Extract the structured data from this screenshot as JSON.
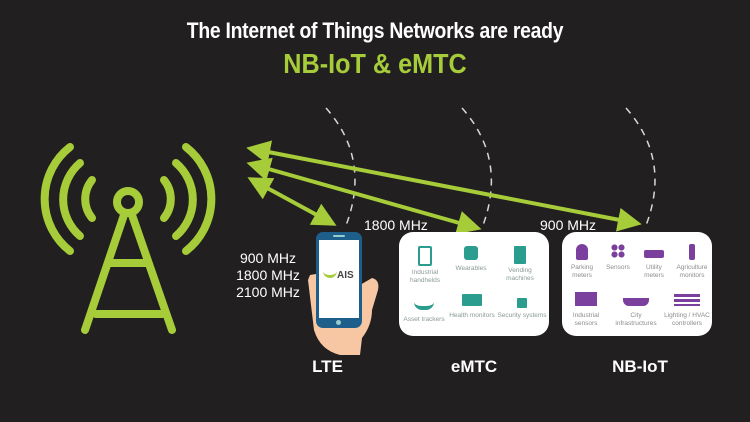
{
  "header": {
    "title": "The Internet of Things Networks are ready",
    "subtitle": "NB-IoT & eMTC"
  },
  "colors": {
    "background": "#221f20",
    "accent_green": "#a6cc39",
    "emtc_teal": "#2a9d8f",
    "nbiot_purple": "#7b3f9e",
    "phone_blue": "#1d5f8a"
  },
  "tower": {
    "icon": "cell-tower-icon"
  },
  "lte": {
    "frequencies": [
      "900 MHz",
      "1800 MHz",
      "2100 MHz"
    ],
    "label": "LTE",
    "phone_brand": "AIS"
  },
  "emtc": {
    "frequency": "1800 MHz",
    "label": "eMTC",
    "items": [
      {
        "label": "Industrial handhelds",
        "icon": "handheld-icon"
      },
      {
        "label": "Wearables",
        "icon": "smartwatch-icon"
      },
      {
        "label": "Vending machines",
        "icon": "vending-machine-icon"
      },
      {
        "label": "Asset trackers",
        "icon": "bicycle-icon"
      },
      {
        "label": "Health monitors",
        "icon": "health-monitor-icon"
      },
      {
        "label": "Security systems",
        "icon": "padlock-icon"
      }
    ]
  },
  "nbiot": {
    "frequency": "900 MHz",
    "label": "NB-IoT",
    "items": [
      {
        "label": "Parking meters",
        "icon": "parking-meter-icon"
      },
      {
        "label": "Sensors",
        "icon": "sensors-icon"
      },
      {
        "label": "Utility meters",
        "icon": "utility-meter-icon"
      },
      {
        "label": "Agriculture monitors",
        "icon": "agriculture-monitor-icon"
      },
      {
        "label": "Industrial sensors",
        "icon": "factory-icon"
      },
      {
        "label": "City infrastructures",
        "icon": "city-bridge-icon"
      },
      {
        "label": "Lighting / HVAC controllers",
        "icon": "lighting-hvac-icon"
      }
    ]
  }
}
